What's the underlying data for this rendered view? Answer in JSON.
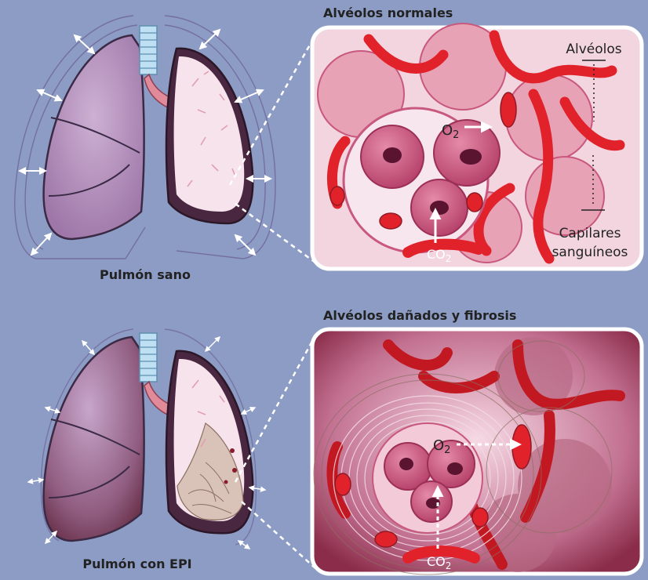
{
  "top_panel": {
    "lung_caption": "Pulmón sano",
    "inset_title": "Alvéolos normales",
    "label_alveolos": "Alvéolos",
    "label_capilares_1": "Capilares",
    "label_capilares_2": "sanguíneos",
    "o2_label": "O",
    "o2_sub": "2",
    "co2_label": "CO",
    "co2_sub": "2"
  },
  "bottom_panel": {
    "lung_caption": "Pulmón con EPI",
    "inset_title": "Alvéolos dañados y fibrosis",
    "o2_label": "O",
    "o2_sub": "2",
    "co2_label": "CO",
    "co2_sub": "2"
  },
  "colors": {
    "background": "#8c9cc4",
    "lung_purple": "#b896c2",
    "lung_inner": "#f3e0ea",
    "vessel_red": "#e1222b",
    "alveolus_pink": "#c9587e",
    "inset_bg_normal": "#f1cfdc",
    "inset_bg_damaged": "#a3415f"
  }
}
